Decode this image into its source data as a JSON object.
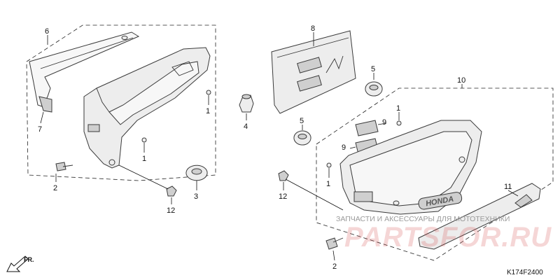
{
  "callouts": {
    "c1a": "1",
    "c1b": "1",
    "c1c": "1",
    "c1d": "1",
    "c2a": "2",
    "c2b": "2",
    "c3": "3",
    "c4": "4",
    "c5a": "5",
    "c5b": "5",
    "c6": "6",
    "c7": "7",
    "c8": "8",
    "c9a": "9",
    "c9b": "9",
    "c10": "10",
    "c11": "11",
    "c12a": "12",
    "c12b": "12"
  },
  "emblem_text": "HONDA",
  "front_label": "FR.",
  "diagram_code": "K174F2400",
  "watermark": {
    "line1": "ЗАПЧАСТИ И АКСЕССУАРЫ ДЛЯ МОТОТЕХНИКИ",
    "line2": "PARTSFOR.RU"
  },
  "colors": {
    "line": "#333333",
    "watermark_red": "#d64a4a",
    "watermark_gray": "#9a9a9a"
  }
}
